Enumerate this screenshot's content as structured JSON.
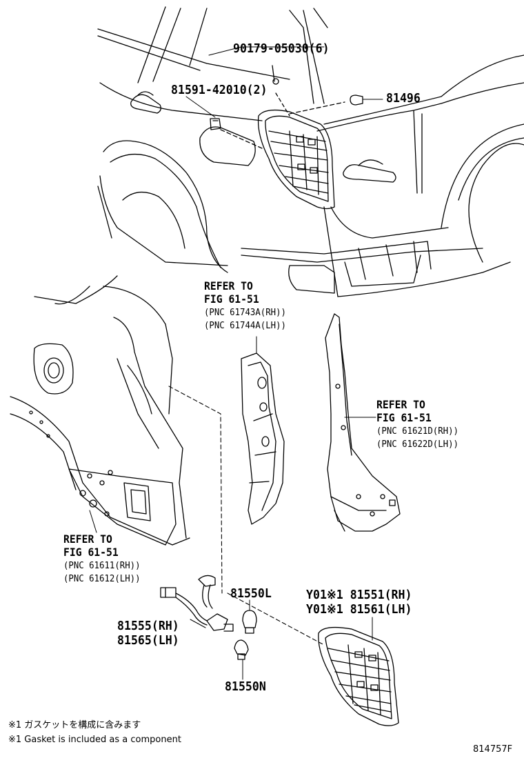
{
  "callouts": {
    "bolt": "90179-05030(6)",
    "clip": "81591-42010(2)",
    "plug": "81496",
    "socket_rh": "81555(RH)",
    "socket_lh": "81565(LH)",
    "bulb_l": "81550L",
    "bulb_n": "81550N",
    "lamp_rh": "Y01※1 81551(RH)",
    "lamp_lh": "Y01※1 81561(LH)"
  },
  "references": [
    {
      "line1": "REFER TO",
      "line2": "FIG 61-51",
      "pnc1": "(PNC 61743A(RH))",
      "pnc2": "(PNC 61744A(LH))"
    },
    {
      "line1": "REFER TO",
      "line2": "FIG 61-51",
      "pnc1": "(PNC 61621D(RH))",
      "pnc2": "(PNC 61622D(LH))"
    },
    {
      "line1": "REFER TO",
      "line2": "FIG 61-51",
      "pnc1": "(PNC 61611(RH))",
      "pnc2": "(PNC 61612(LH))"
    }
  ],
  "notes": {
    "jp": "※1 ガスケットを構成に含みます",
    "en": "※1 Gasket is included as a component"
  },
  "diagram_code": "814757F"
}
